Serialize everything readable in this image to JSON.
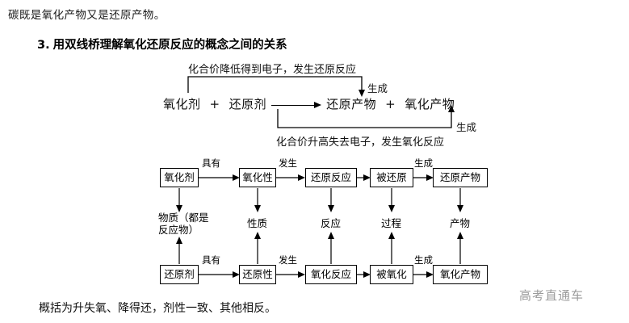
{
  "document": {
    "intro_line": "碳既是氧化产物又是还原产物。",
    "heading": {
      "number": "3.",
      "text": "用双线桥理解氧化还原反应的概念之间的关系"
    },
    "summary": "概括为升失氧、降得还，剂性一致、其他相反。",
    "watermark": "高考直通车"
  },
  "bridge_diagram": {
    "top_label": "化合价降低得到电子，发生还原反应",
    "bottom_label": "化合价升高失去电子，发生氧化反应",
    "generate_label_top": "生成",
    "generate_label_bottom": "生成",
    "equation": {
      "left_1": "氧化剂",
      "plus_1": "+",
      "left_2": "还原剂",
      "arrow": "reaction-arrow",
      "right_1": "还原产物",
      "plus_2": "+",
      "right_2": "氧化产物"
    }
  },
  "flow_chart": {
    "top_row": [
      {
        "label": "氧化剂"
      },
      {
        "label": "氧化性"
      },
      {
        "label": "还原反应"
      },
      {
        "label": "被还原"
      },
      {
        "label": "还原产物"
      }
    ],
    "top_edges": [
      "具有",
      "发生",
      "",
      "生成"
    ],
    "bottom_row": [
      {
        "label": "还原剂"
      },
      {
        "label": "还原性"
      },
      {
        "label": "氧化反应"
      },
      {
        "label": "被氧化"
      },
      {
        "label": "氧化产物"
      }
    ],
    "bottom_edges": [
      "具有",
      "发生",
      "",
      "生成"
    ],
    "middle_labels": [
      {
        "line1": "物质（都是",
        "line2": "反应物）"
      },
      {
        "line1": "性质",
        "line2": ""
      },
      {
        "line1": "反应",
        "line2": ""
      },
      {
        "line1": "过程",
        "line2": ""
      },
      {
        "line1": "产物",
        "line2": ""
      }
    ]
  },
  "colors": {
    "ink": "#111111",
    "line": "#000000",
    "watermark": "#9b9b9b",
    "page": "#ffffff"
  }
}
